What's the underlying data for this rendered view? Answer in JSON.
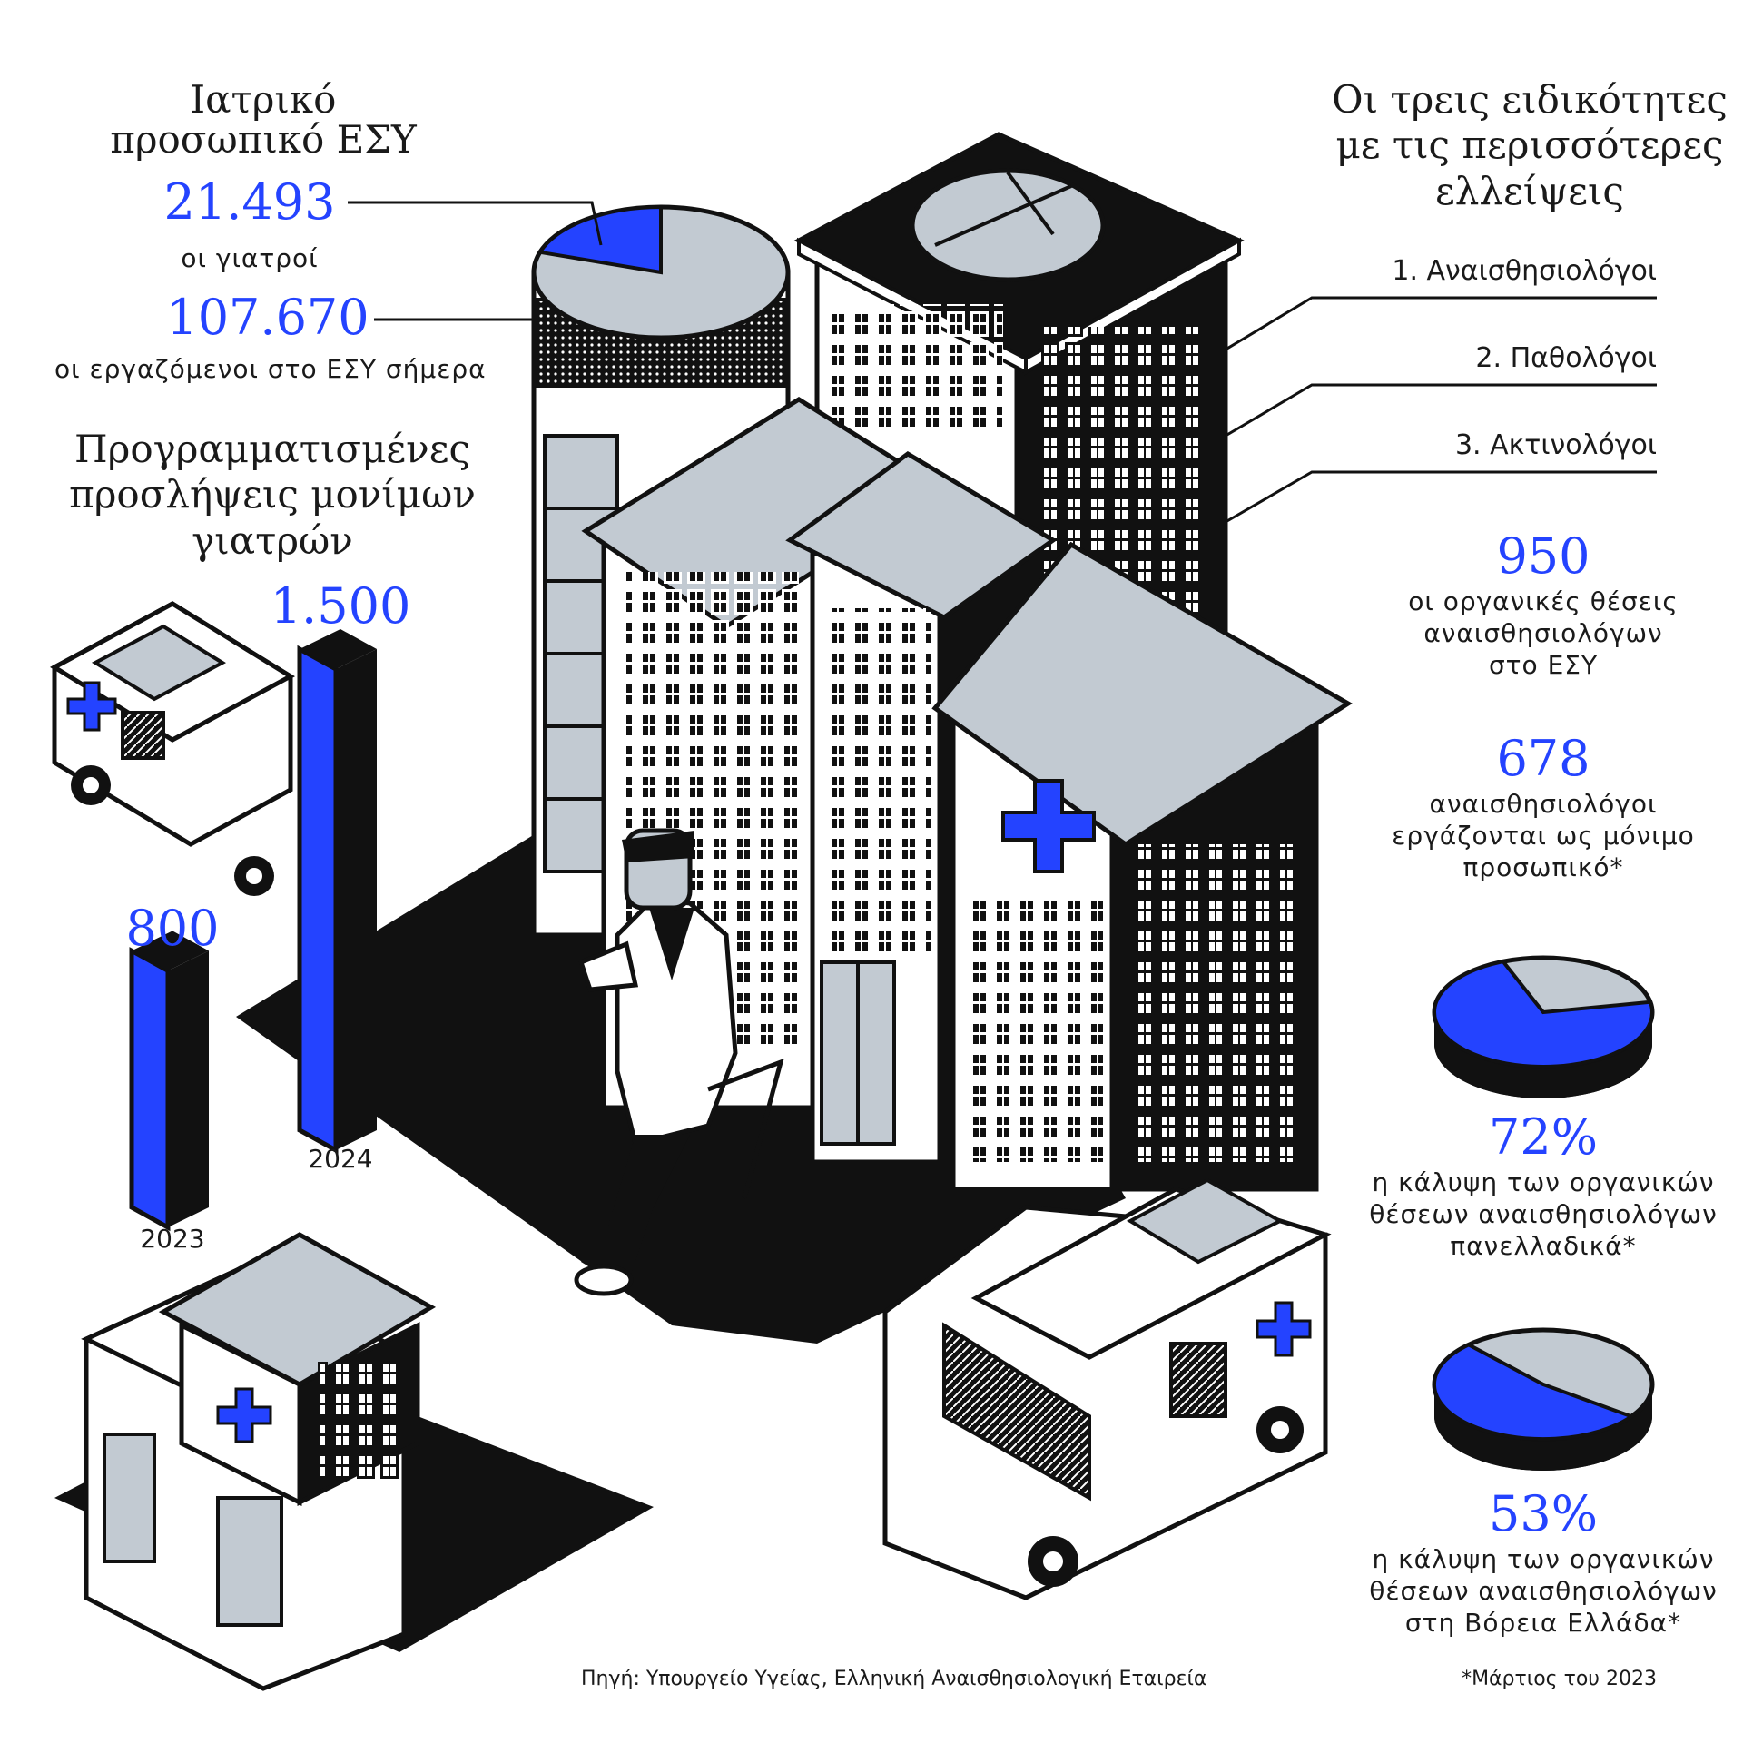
{
  "colors": {
    "accent": "#2443ff",
    "dark": "#111111",
    "light_gray": "#c2cad2",
    "white": "#ffffff"
  },
  "staff": {
    "title": "Ιατρικό προσωπικό ΕΣΥ",
    "doctors_value": "21.493",
    "doctors_label": "οι γιατροί",
    "employees_value": "107.670",
    "employees_label": "οι εργαζόμενοι στο ΕΣΥ σήμερα",
    "doctors_share": 0.2
  },
  "hires": {
    "title": "Προγραμματισμένες προσλήψεις μονίμων γιατρών",
    "bars": [
      {
        "year": "2023",
        "value": 800,
        "label": "800"
      },
      {
        "year": "2024",
        "value": 1500,
        "label": "1.500"
      }
    ]
  },
  "specialties": {
    "title": "Οι τρεις ειδικότητες με τις περισσότερες ελλείψεις",
    "items": [
      "1. Αναισθησιολόγοι",
      "2. Παθολόγοι",
      "3. Ακτινολόγοι"
    ]
  },
  "anesthesiology": {
    "posts_value": "950",
    "posts_label": "οι οργανικές θέσεις αναισθησιολόγων στο ΕΣΥ",
    "working_value": "678",
    "working_label": "αναισθησιολόγοι εργάζονται ως μόνιμο προσωπικό*",
    "national_coverage_value": "72%",
    "national_coverage_label": "η κάλυψη των οργανικών θέσεων αναισθησιολόγων πανελλαδικά*",
    "national_coverage_fraction": 0.72,
    "north_coverage_value": "53%",
    "north_coverage_label": "η κάλυψη των οργανικών θέσεων αναισθησιολόγων στη Βόρεια Ελλάδα*",
    "north_coverage_fraction": 0.53
  },
  "footer": {
    "source": "Πηγή: Υπουργείο Υγείας, Ελληνική Αναισθησιολογική Εταιρεία",
    "note": "*Μάρτιος του 2023"
  }
}
